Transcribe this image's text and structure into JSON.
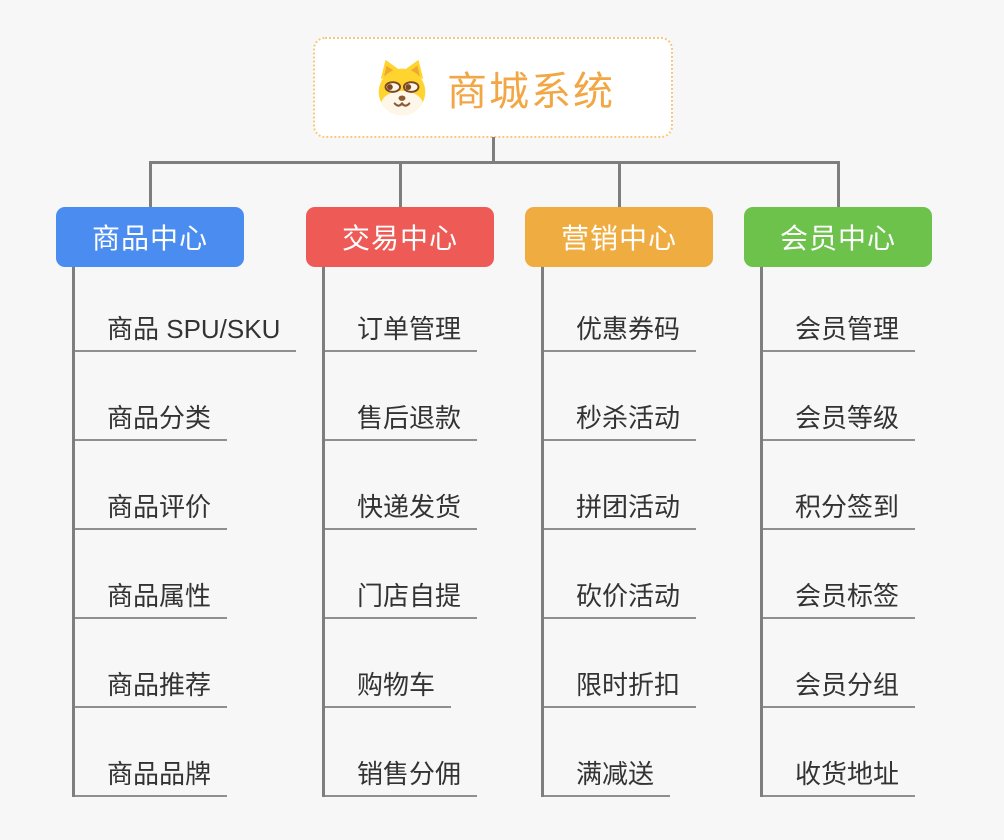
{
  "canvas": {
    "background": "#F7F7F7",
    "line_color": "#7E7E7E",
    "underline_color": "#8F8F8F",
    "child_text_color": "#333333"
  },
  "root": {
    "title": "商城系统",
    "icon": "dog-face-icon",
    "text_color": "#F2A644",
    "border_color": "#F6C77D",
    "background": "#FFFFFF"
  },
  "branches": [
    {
      "label": "商品中心",
      "color": "#4A8CF0",
      "text_color": "#FFFFFF",
      "children": [
        "商品 SPU/SKU",
        "商品分类",
        "商品评价",
        "商品属性",
        "商品推荐",
        "商品品牌"
      ]
    },
    {
      "label": "交易中心",
      "color": "#EE5A55",
      "text_color": "#FFFFFF",
      "children": [
        "订单管理",
        "售后退款",
        "快递发货",
        "门店自提",
        "购物车",
        "销售分佣"
      ]
    },
    {
      "label": "营销中心",
      "color": "#EFAC41",
      "text_color": "#FFFFFF",
      "children": [
        "优惠券码",
        "秒杀活动",
        "拼团活动",
        "砍价活动",
        "限时折扣",
        "满减送"
      ]
    },
    {
      "label": "会员中心",
      "color": "#6CC24A",
      "text_color": "#FFFFFF",
      "children": [
        "会员管理",
        "会员等级",
        "积分签到",
        "会员标签",
        "会员分组",
        "收货地址"
      ]
    }
  ],
  "icon_colors": {
    "head": "#FFD42E",
    "muzzle": "#FEF7E9",
    "outline": "#7C4A21",
    "nose": "#8C5A33"
  }
}
